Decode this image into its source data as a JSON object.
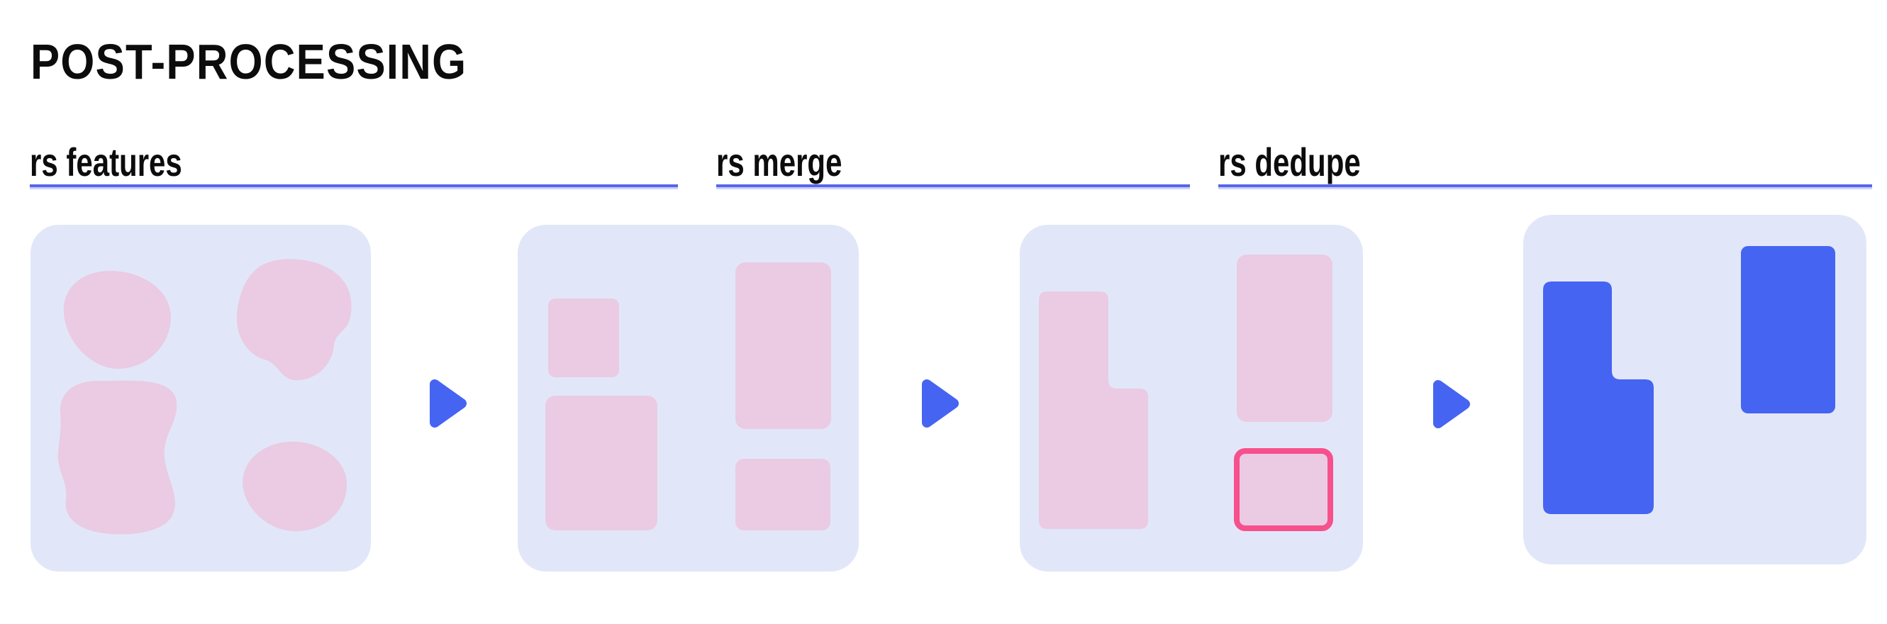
{
  "title": "POST-PROCESSING",
  "steps": [
    {
      "label": "rs features"
    },
    {
      "label": "rs merge"
    },
    {
      "label": "rs dedupe"
    }
  ],
  "panels": [
    {
      "name": "raw-feature-blobs",
      "content": "four organic pink blob regions"
    },
    {
      "name": "feature-boxes",
      "content": "four pink rounded rectangles"
    },
    {
      "name": "merged-boxes",
      "content": "merged pink shapes with one duplicate box outlined"
    },
    {
      "name": "deduped-result",
      "content": "two final blue shapes, duplicate removed"
    }
  ],
  "icons": {
    "arrow": "play-arrow-icon"
  },
  "colors": {
    "panel_background": "#e1e7f8",
    "shape_pink": "#eacbe3",
    "shape_blue": "#4564f2",
    "duplicate_outline": "#f7508c",
    "underline_blue": "#5766e9",
    "text": "#0c0c0c"
  }
}
